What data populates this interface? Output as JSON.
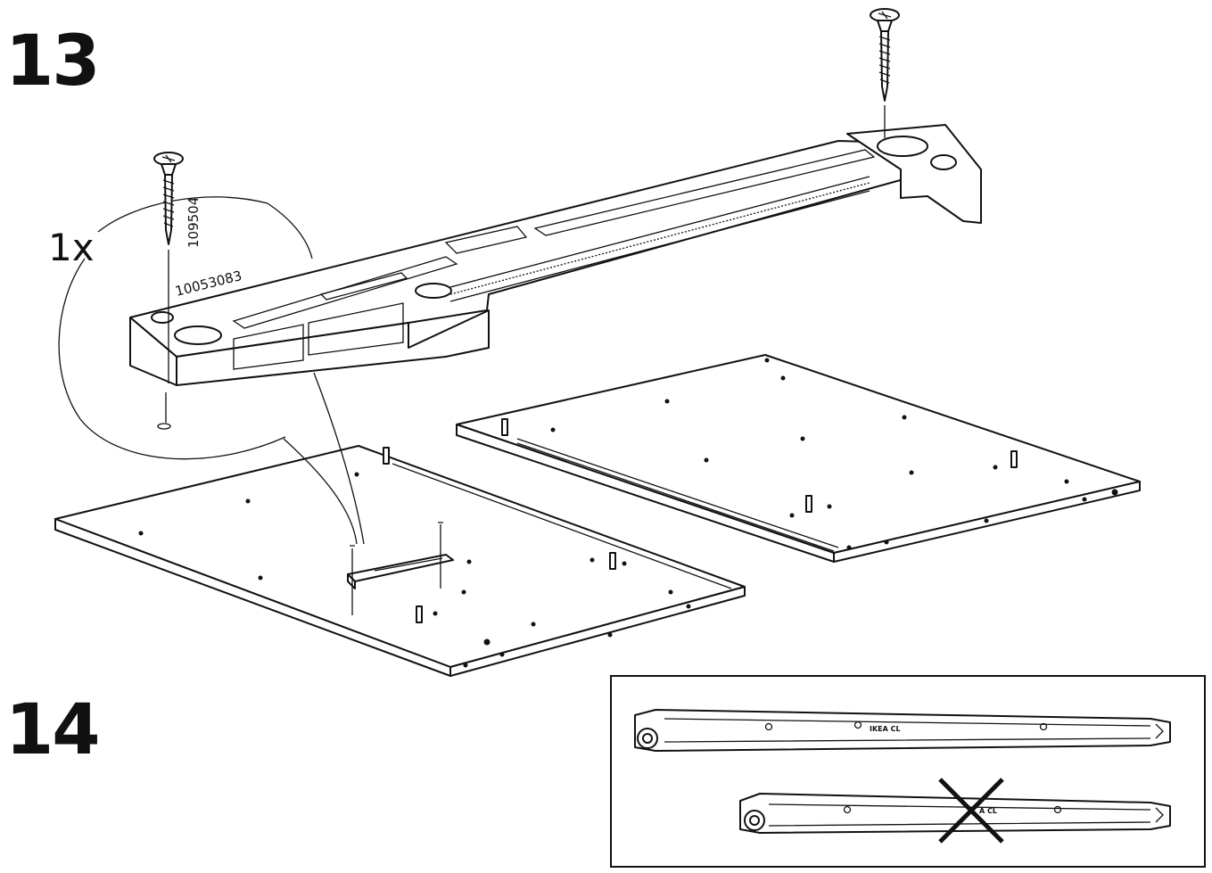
{
  "steps": {
    "first": {
      "number": "13"
    },
    "second": {
      "number": "14"
    }
  },
  "detail": {
    "quantity": "1x",
    "screw_code": "109504",
    "part_code": "10053083"
  }
}
